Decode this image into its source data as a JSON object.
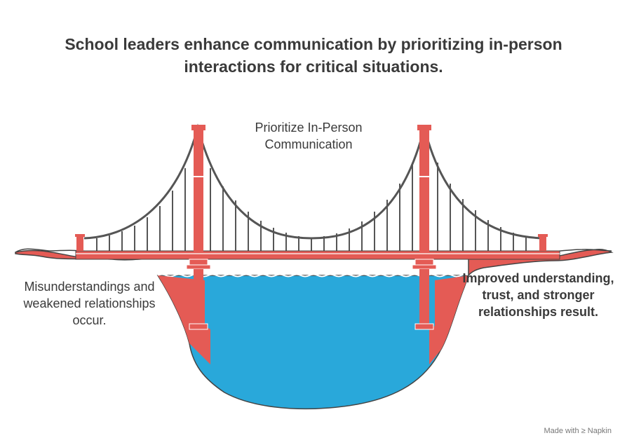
{
  "title": "School leaders enhance communication by prioritizing in-person interactions for critical situations.",
  "bridge_label": "Prioritize In-Person Communication",
  "left_outcome": "Misunderstandings and weakened relationships occur.",
  "right_outcome": "Improved understanding, trust, and stronger relationships result.",
  "credit": "Made with ≥ Napkin",
  "colors": {
    "tower": "#e45b55",
    "water": "#29a8da",
    "cable": "#555555",
    "ground": "#e45b55"
  }
}
